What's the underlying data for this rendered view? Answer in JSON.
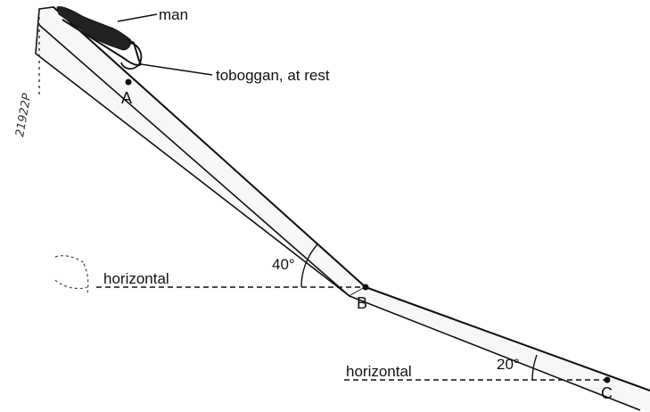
{
  "diagram": {
    "labels": {
      "man": "man",
      "toboggan": "toboggan, at rest",
      "point_a": "A",
      "point_b": "B",
      "point_c": "C",
      "horizontal_upper": "horizontal",
      "horizontal_lower": "horizontal",
      "angle_upper": "40°",
      "angle_lower": "20°",
      "margin_note": "21922P"
    },
    "colors": {
      "ink": "#111111",
      "slope_fill": "#f7f7f7"
    }
  }
}
